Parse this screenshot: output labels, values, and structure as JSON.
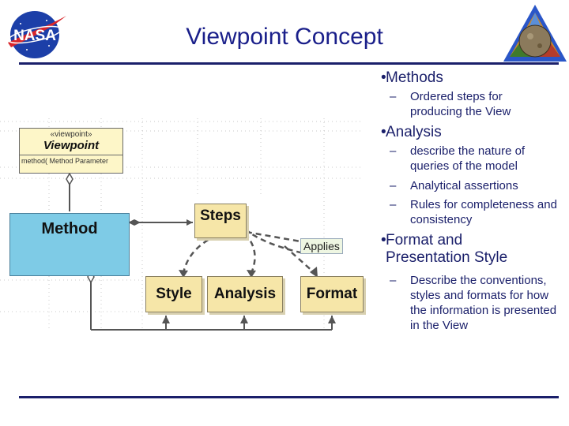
{
  "slide": {
    "title": "Viewpoint Concept"
  },
  "logos": [
    {
      "name": "nasa-logo",
      "text": "NASA"
    },
    {
      "name": "triangle-planet-logo"
    }
  ],
  "bullets": [
    {
      "text": "Methods",
      "subs": [
        "Ordered steps for producing the View"
      ]
    },
    {
      "text": "Analysis",
      "subs": [
        "describe the nature of queries of the model",
        "Analytical assertions",
        "Rules for completeness and consistency"
      ]
    },
    {
      "text": "Format and Presentation Style",
      "subs": [
        "Describe the conventions, styles and formats for how the information is presented in the View"
      ]
    }
  ],
  "diagram": {
    "viewpoint_class": {
      "stereotype": "«viewpoint»",
      "name": "Viewpoint",
      "operation": "method( Method Parameter"
    },
    "nodes": {
      "method": "Method",
      "steps": "Steps",
      "style": "Style",
      "analysis": "Analysis",
      "format": "Format"
    },
    "applies_label": "Applies"
  },
  "colors": {
    "title": "#1a1f8a",
    "rule": "#1a1f6a",
    "method_fill": "#7ecbe6",
    "node_fill": "#f6e6a8",
    "viewpoint_fill": "#fdf6c8"
  }
}
